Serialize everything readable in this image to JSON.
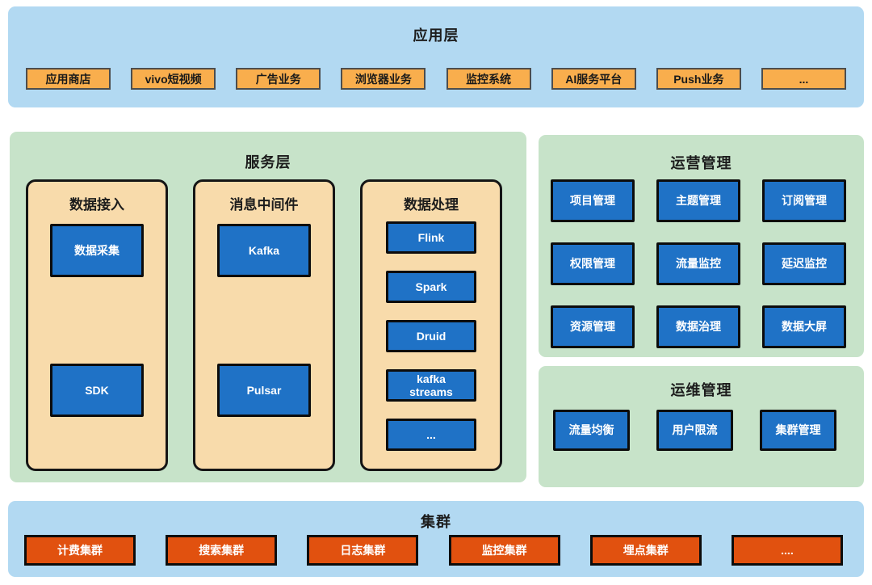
{
  "app_layer": {
    "title": "应用层",
    "items": [
      "应用商店",
      "vivo短视频",
      "广告业务",
      "浏览器业务",
      "监控系统",
      "AI服务平台",
      "Push业务",
      "..."
    ]
  },
  "service_layer": {
    "title": "服务层",
    "columns": [
      {
        "title": "数据接入",
        "items": [
          "数据采集",
          "SDK"
        ]
      },
      {
        "title": "消息中间件",
        "items": [
          "Kafka",
          "Pulsar"
        ]
      },
      {
        "title": "数据处理",
        "items": [
          "Flink",
          "Spark",
          "Druid",
          "kafka streams",
          "..."
        ]
      }
    ]
  },
  "operation_mgmt": {
    "title": "运营管理",
    "items": [
      "项目管理",
      "主题管理",
      "订阅管理",
      "权限管理",
      "流量监控",
      "延迟监控",
      "资源管理",
      "数据治理",
      "数据大屏"
    ]
  },
  "maintenance_mgmt": {
    "title": "运维管理",
    "items": [
      "流量均衡",
      "用户限流",
      "集群管理"
    ]
  },
  "cluster_layer": {
    "title": "集群",
    "items": [
      "计费集群",
      "搜索集群",
      "日志集群",
      "监控集群",
      "埋点集群",
      "...."
    ]
  },
  "colors": {
    "panel_blue": "#b2d9f2",
    "panel_green": "#c7e3c9",
    "column_tan": "#f8dbab",
    "box_orange": "#f9ae4d",
    "box_blue": "#1f72c6",
    "box_red_orange": "#e1510f"
  }
}
